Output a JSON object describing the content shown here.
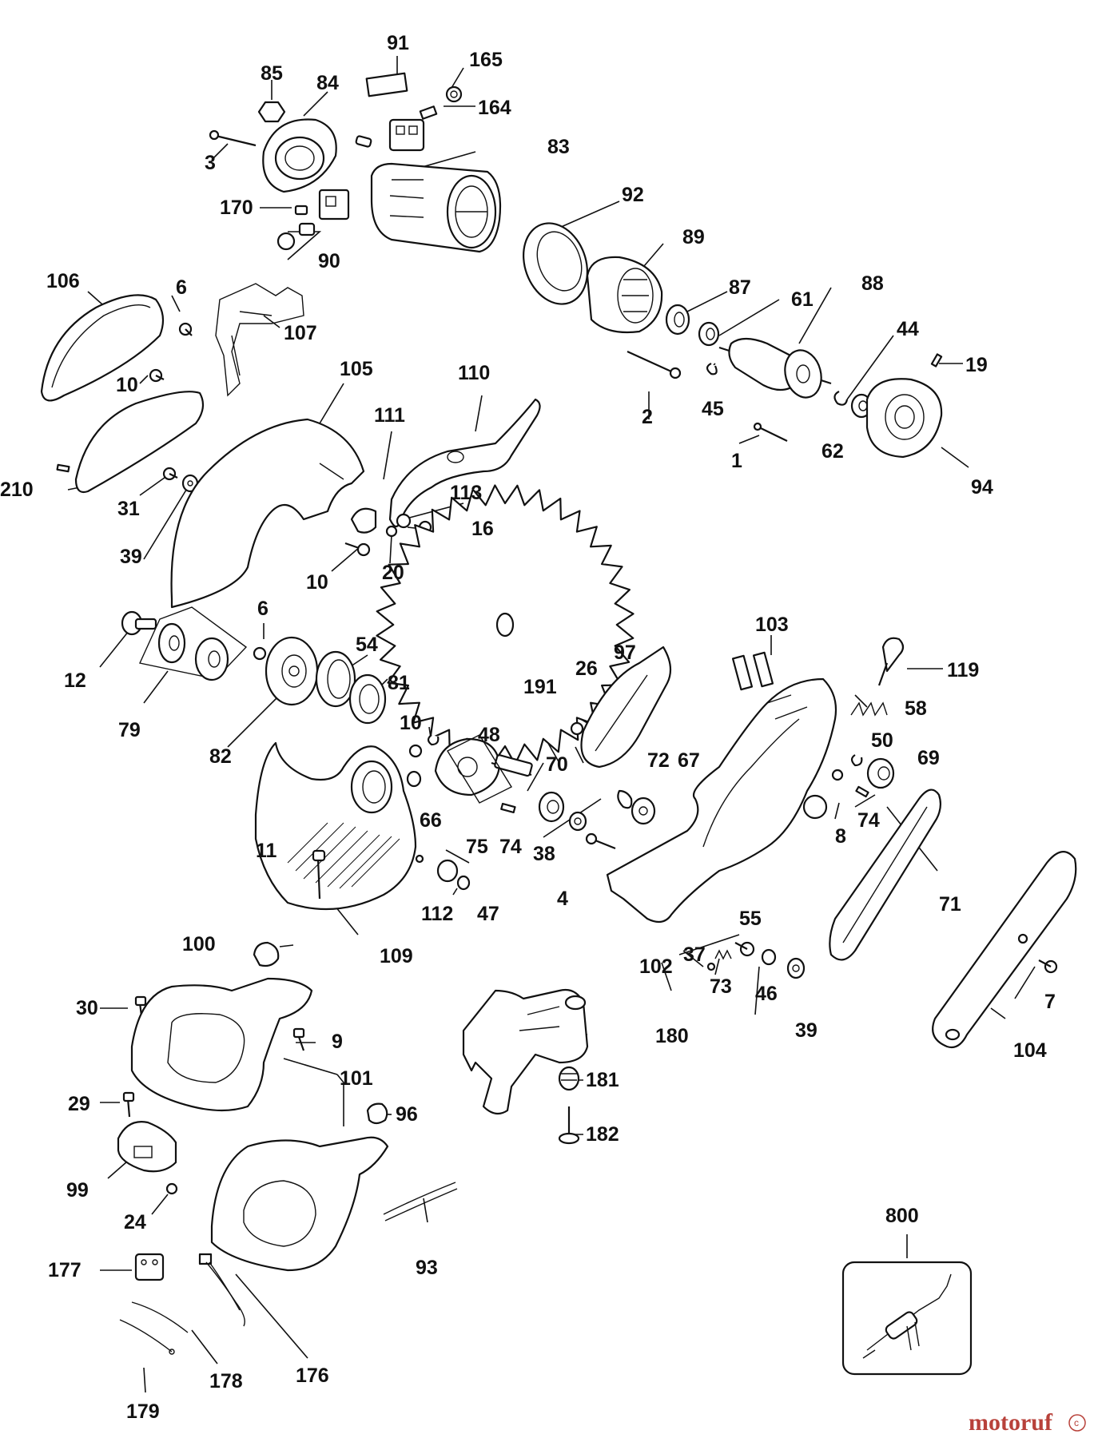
{
  "callouts": {
    "l85": "85",
    "l84": "84",
    "l91": "91",
    "l165": "165",
    "l164": "164",
    "l83": "83",
    "l3": "3",
    "l170": "170",
    "l90": "90",
    "l92": "92",
    "l89": "89",
    "l87": "87",
    "l61": "61",
    "l88": "88",
    "l44": "44",
    "l19": "19",
    "l106": "106",
    "l6a": "6",
    "l107": "107",
    "l10a": "10",
    "l105": "105",
    "l110": "110",
    "l111": "111",
    "l2": "2",
    "l45": "45",
    "l1": "1",
    "l62": "62",
    "l94": "94",
    "l210": "210",
    "l31": "31",
    "l39a": "39",
    "l113": "113",
    "l16": "16",
    "l10b": "10",
    "l20": "20",
    "l12": "12",
    "l79": "79",
    "l6b": "6",
    "l54": "54",
    "l81": "81",
    "l82": "82",
    "l103": "103",
    "l119": "119",
    "l58": "58",
    "l26": "26",
    "l97": "97",
    "l191": "191",
    "l10c": "10",
    "l48": "48",
    "l70": "70",
    "l72": "72",
    "l67": "67",
    "l50": "50",
    "l69": "69",
    "l66": "66",
    "l75": "75",
    "l74a": "74",
    "l38": "38",
    "l4": "4",
    "l8": "8",
    "l74b": "74",
    "l71": "71",
    "l112": "112",
    "l47": "47",
    "l109": "109",
    "l11": "11",
    "l100": "100",
    "l55": "55",
    "l37": "37",
    "l102": "102",
    "l73": "73",
    "l46": "46",
    "l39b": "39",
    "l7": "7",
    "l104": "104",
    "l30": "30",
    "l9": "9",
    "l180": "180",
    "l101": "101",
    "l29": "29",
    "l96": "96",
    "l181": "181",
    "l182": "182",
    "l99": "99",
    "l24": "24",
    "l93": "93",
    "l800": "800",
    "l177": "177",
    "l176": "176",
    "l179": "179",
    "l178": "178"
  },
  "watermark": {
    "text": "motoruf",
    "mark": "c"
  },
  "colors": {
    "ink": "#111111",
    "watermark": "#b8413a"
  }
}
